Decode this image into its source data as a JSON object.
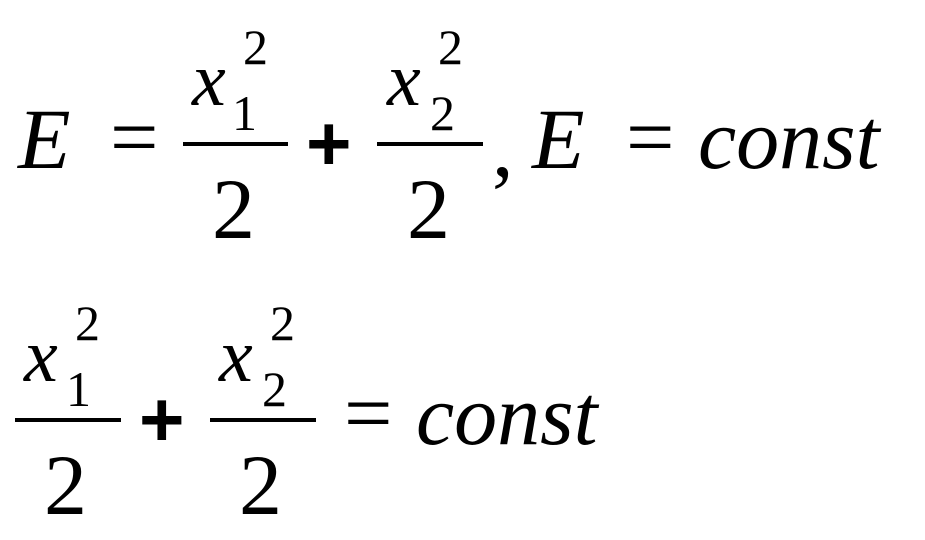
{
  "line1": {
    "lhs": "E",
    "eq1": "=",
    "frac1": {
      "var": "x",
      "sub": "1",
      "sup": "2",
      "den": "2"
    },
    "plus": "+",
    "frac2": {
      "var": "x",
      "sub": "2",
      "sup": "2",
      "den": "2"
    },
    "comma": ",",
    "lhs2": "E",
    "eq2": "=",
    "rhs": "const"
  },
  "line2": {
    "frac1": {
      "var": "x",
      "sub": "1",
      "sup": "2",
      "den": "2"
    },
    "plus": "+",
    "frac2": {
      "var": "x",
      "sub": "2",
      "sup": "2",
      "den": "2"
    },
    "eq": "=",
    "rhs": "const"
  }
}
